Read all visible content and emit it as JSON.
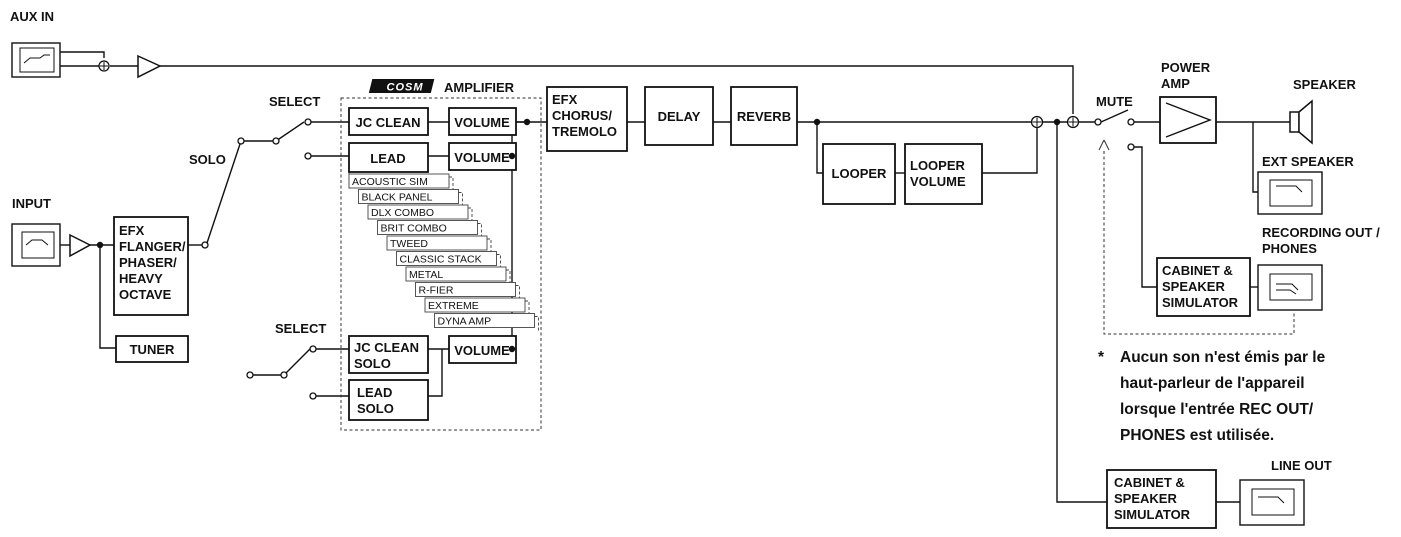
{
  "labels": {
    "aux_in": "AUX IN",
    "input": "INPUT",
    "solo": "SOLO",
    "select_top": "SELECT",
    "select_bottom": "SELECT",
    "cosm_logo": "COSM",
    "amplifier": "AMPLIFIER",
    "mute": "MUTE",
    "power_amp_1": "POWER",
    "power_amp_2": "AMP",
    "speaker": "SPEAKER",
    "ext_speaker": "EXT SPEAKER",
    "rec_out_1": "RECORDING OUT /",
    "rec_out_2": "PHONES",
    "line_out": "LINE OUT"
  },
  "blocks": {
    "efx_flanger": [
      "EFX",
      "FLANGER/",
      "PHASER/",
      "HEAVY",
      "OCTAVE"
    ],
    "tuner": "TUNER",
    "jc_clean": "JC CLEAN",
    "lead": "LEAD",
    "volume_1": "VOLUME",
    "volume_2": "VOLUME",
    "volume_3": "VOLUME",
    "jc_clean_solo": [
      "JC CLEAN",
      "SOLO"
    ],
    "lead_solo": [
      "LEAD",
      "SOLO"
    ],
    "efx_chorus": [
      "EFX",
      "CHORUS/",
      "TREMOLO"
    ],
    "delay": "DELAY",
    "reverb": "REVERB",
    "looper": "LOOPER",
    "looper_volume": [
      "LOOPER",
      "VOLUME"
    ],
    "cab_sim_rec": [
      "CABINET &",
      "SPEAKER",
      "SIMULATOR"
    ],
    "cab_sim_line": [
      "CABINET &",
      "SPEAKER",
      "SIMULATOR"
    ]
  },
  "amp_models": [
    "ACOUSTIC SIM",
    "BLACK PANEL",
    "DLX COMBO",
    "BRIT COMBO",
    "TWEED",
    "CLASSIC STACK",
    "METAL",
    "R-FIER",
    "EXTREME",
    "DYNA AMP"
  ],
  "note": {
    "star": "*",
    "lines": [
      "Aucun son n'est émis par le",
      "haut-parleur de l'appareil",
      "lorsque l'entrée REC OUT/",
      "PHONES est utilisée."
    ]
  }
}
